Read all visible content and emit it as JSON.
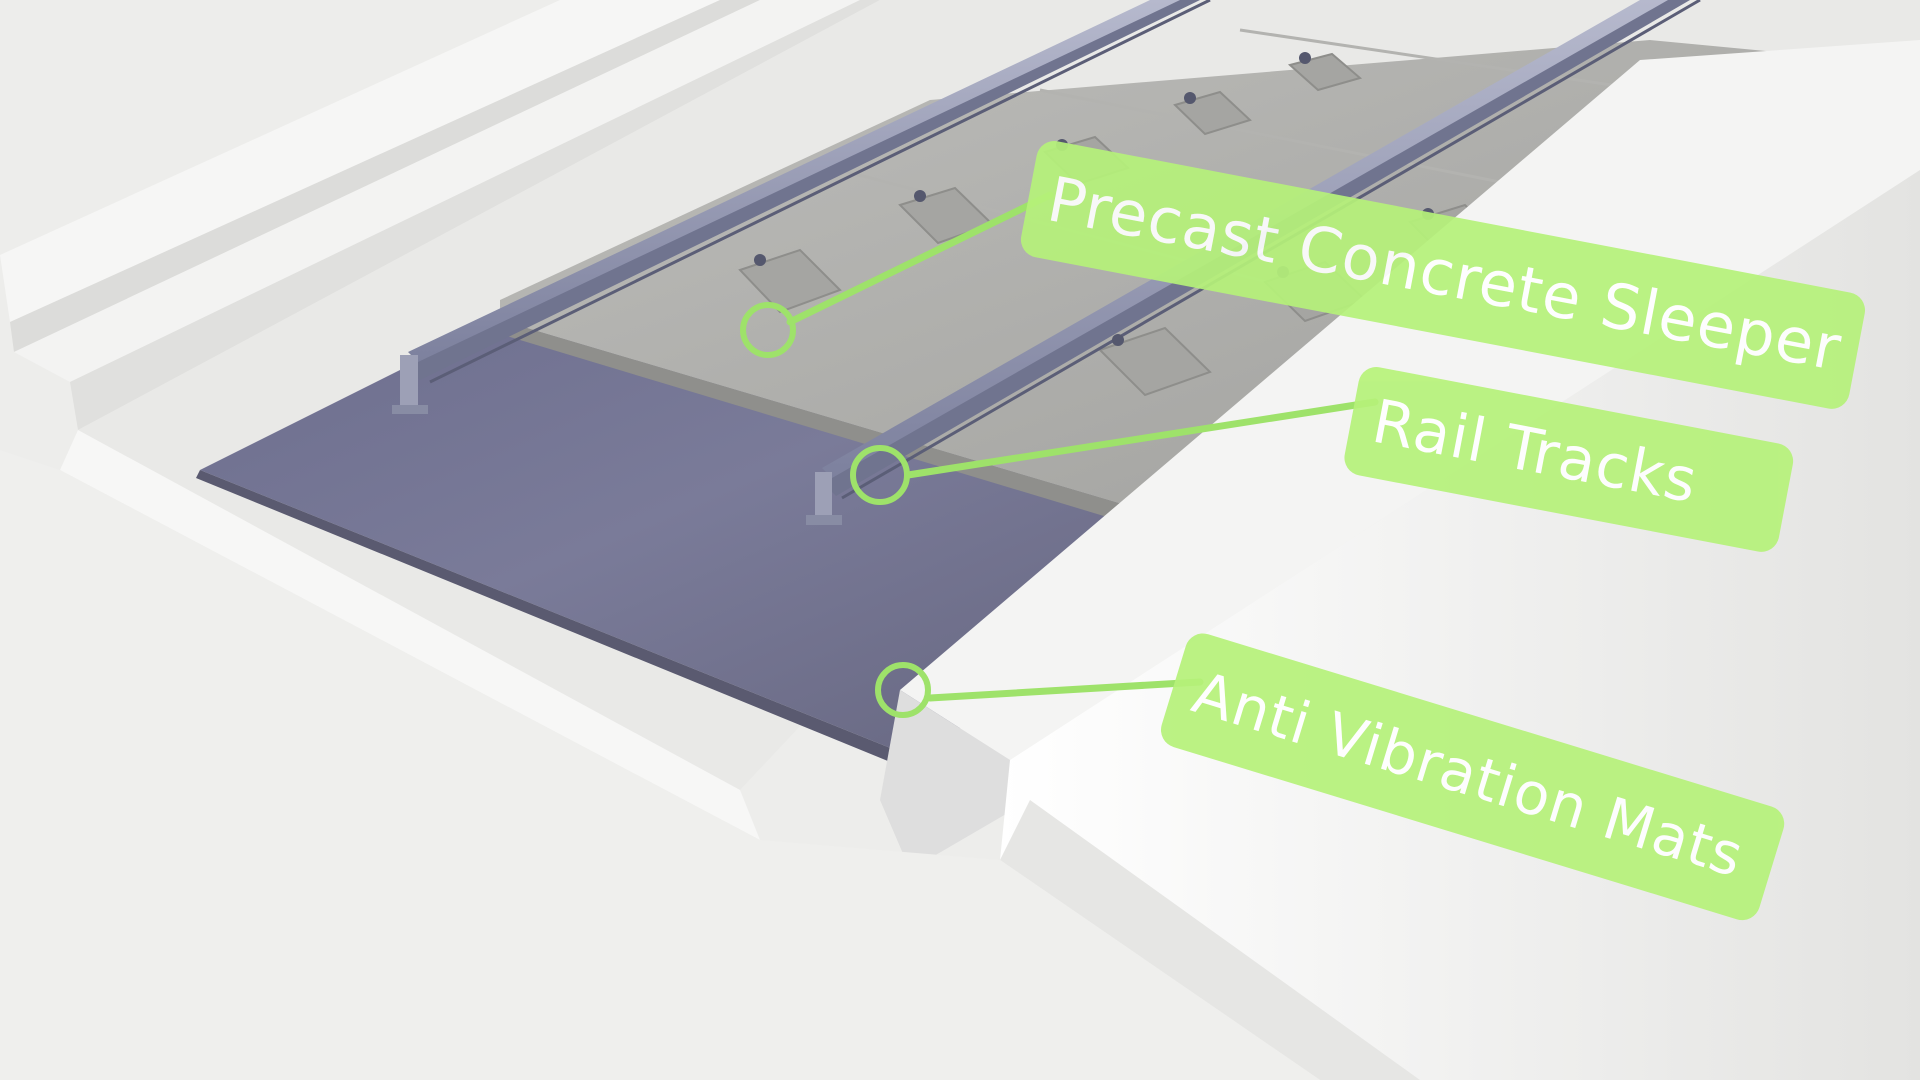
{
  "labels": {
    "precast_concrete_sleeper": "Precast Concrete Sleeper",
    "rail_tracks": "Rail Tracks",
    "anti_vibration_mats": "Anti Vibration Mats"
  },
  "colors": {
    "callout_fill": "#b6f27a",
    "callout_text": "#ffffff",
    "leader_line": "#9ee26a",
    "anti_vibration_mat": "#6f6f8e",
    "precast_concrete": "#a9a9a6",
    "rail_steel": "#8e92ad",
    "trench_concrete": "#e7e7e5"
  },
  "icons": {
    "marker": "circle-marker-icon"
  }
}
